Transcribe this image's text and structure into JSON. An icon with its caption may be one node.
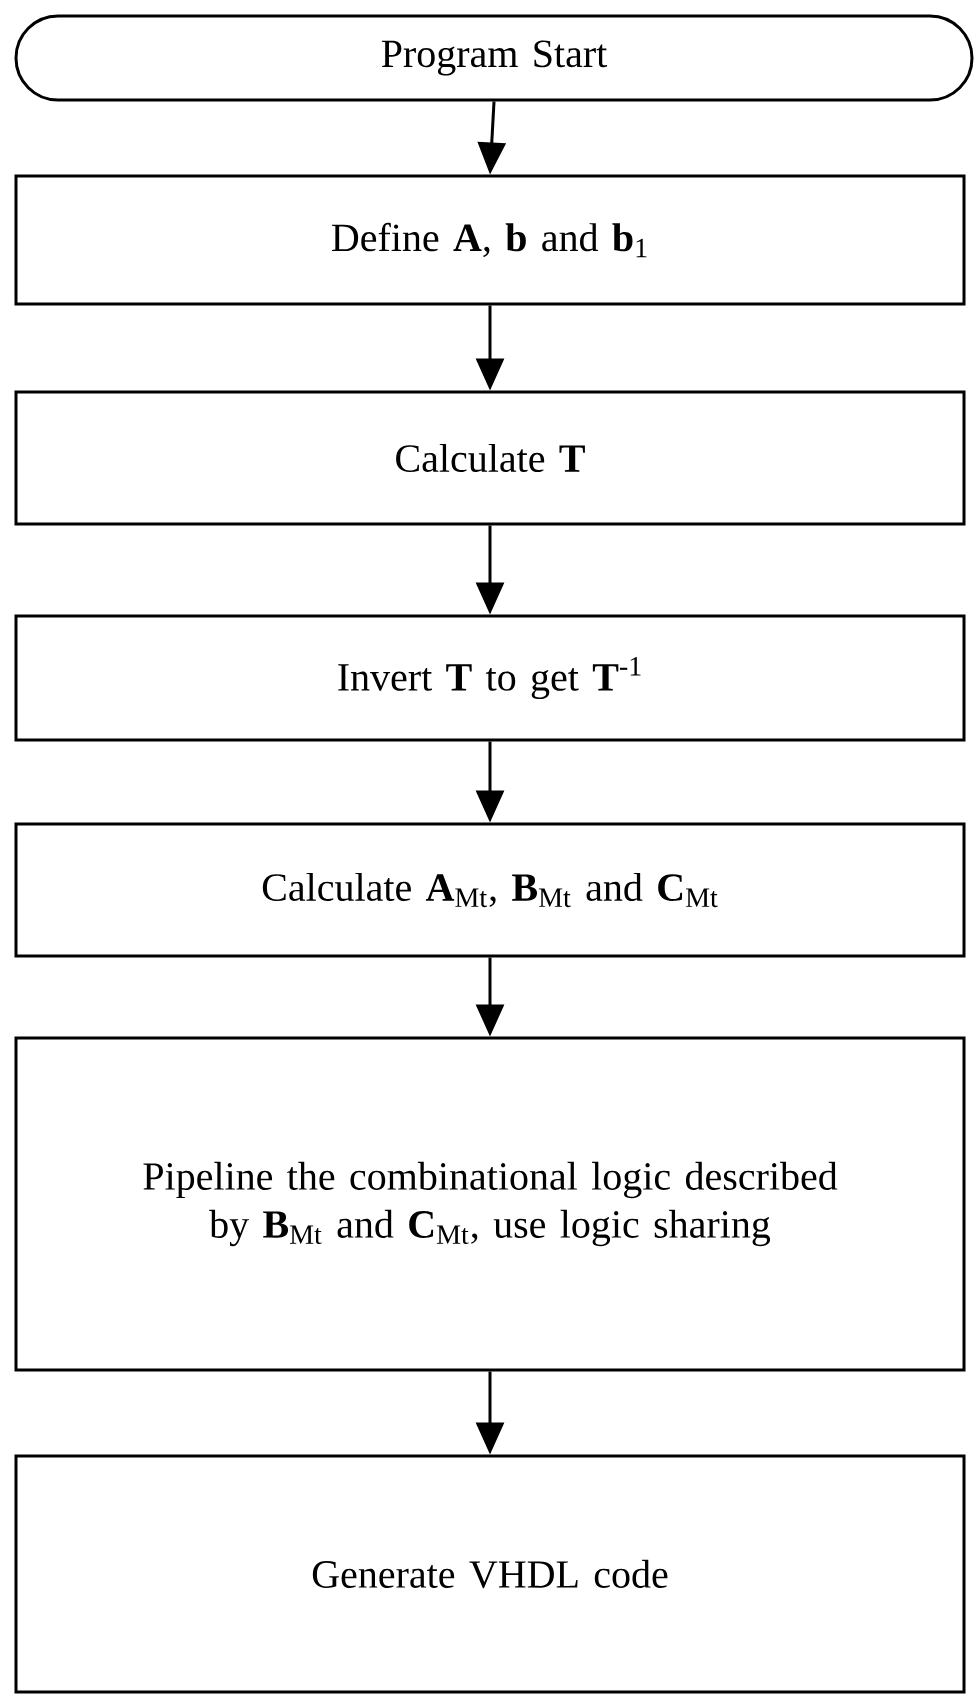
{
  "diagram": {
    "nodes": [
      {
        "text": [
          "Program Start"
        ]
      },
      {
        "text": [
          "Define **A**, **b** and **b**$_{1}$"
        ]
      },
      {
        "text": [
          "Calculate **T**"
        ]
      },
      {
        "text": [
          "Invert **T** to get **T**$^{-1}$"
        ]
      },
      {
        "text": [
          "Calculate **A**$_{Mt}$, **B**$_{Mt}$ and **C**$_{Mt}$"
        ]
      },
      {
        "text": [
          "Pipeline the combinational logic described by **B**$_{Mt}$ and **C**$_{Mt}$, use logic sharing"
        ]
      },
      {
        "text": [
          "Generate VHDL code"
        ]
      }
    ],
    "edges": [
      {
        "from": 0,
        "to": 1,
        "arrow": "to"
      },
      {
        "from": 1,
        "to": 2,
        "arrow": "to"
      },
      {
        "from": 2,
        "to": 3,
        "arrow": "to"
      },
      {
        "from": 3,
        "to": 4,
        "arrow": "to"
      },
      {
        "from": 4,
        "to": 5,
        "arrow": "to"
      },
      {
        "from": 5,
        "to": 6,
        "arrow": "to"
      }
    ]
  }
}
